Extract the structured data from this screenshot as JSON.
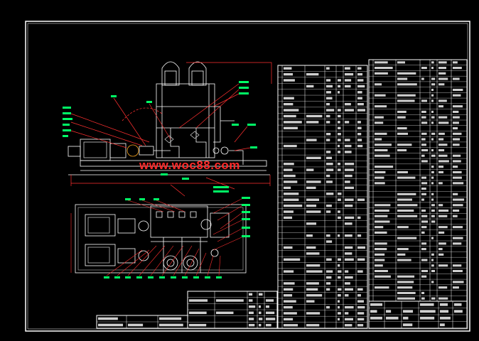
{
  "watermark": {
    "text": "www.woc88.com",
    "color": "#ff2a2a"
  },
  "colors": {
    "background": "#000000",
    "frame": "#ffffff",
    "machine": "#ffffff",
    "leader_lines": "#ff3030",
    "callouts": "#00ff66",
    "table_lines": "#ffffff",
    "table_text": "#d8d8d8"
  },
  "drawing": {
    "views": [
      "front-elevation",
      "plan-view"
    ],
    "tables": [
      "parts-list-left",
      "parts-list-right",
      "bottom-table-center",
      "bottom-table-left",
      "title-block"
    ]
  }
}
